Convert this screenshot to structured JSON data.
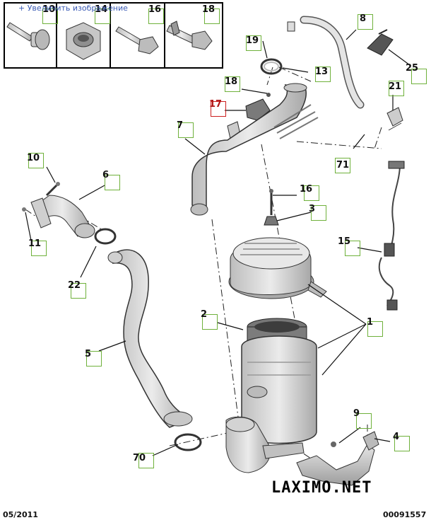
{
  "link": {
    "enlarge": "+ Увеличить изображение"
  },
  "callouts": [
    {
      "id": "c10a",
      "label": "10"
    },
    {
      "id": "c14",
      "label": "14"
    },
    {
      "id": "c16a",
      "label": "16"
    },
    {
      "id": "c18a",
      "label": "18"
    },
    {
      "id": "c8",
      "label": "8"
    },
    {
      "id": "c19",
      "label": "19"
    },
    {
      "id": "c13",
      "label": "13"
    },
    {
      "id": "c25",
      "label": "25"
    },
    {
      "id": "c18b",
      "label": "18"
    },
    {
      "id": "c21",
      "label": "21"
    },
    {
      "id": "c17",
      "label": "17"
    },
    {
      "id": "c7",
      "label": "7"
    },
    {
      "id": "c71",
      "label": "71"
    },
    {
      "id": "c10b",
      "label": "10"
    },
    {
      "id": "c6",
      "label": "6"
    },
    {
      "id": "c16b",
      "label": "16"
    },
    {
      "id": "c3",
      "label": "3"
    },
    {
      "id": "c11",
      "label": "11"
    },
    {
      "id": "c15",
      "label": "15"
    },
    {
      "id": "c22",
      "label": "22"
    },
    {
      "id": "c2",
      "label": "2"
    },
    {
      "id": "c1",
      "label": "1"
    },
    {
      "id": "c5",
      "label": "5"
    },
    {
      "id": "c9",
      "label": "9"
    },
    {
      "id": "c4",
      "label": "4"
    },
    {
      "id": "c70",
      "label": "70"
    }
  ],
  "active_callout": "17",
  "footer": {
    "date": "05/2011",
    "brand": "LAXIMO.NET",
    "code": "00091557"
  },
  "colors": {
    "hotspot": "#6fb13b",
    "hotspot_active": "#cc1f1f",
    "link": "#3b5bb5",
    "part_fill": "#d6d6d6",
    "part_shadow": "#a9a9a9"
  }
}
